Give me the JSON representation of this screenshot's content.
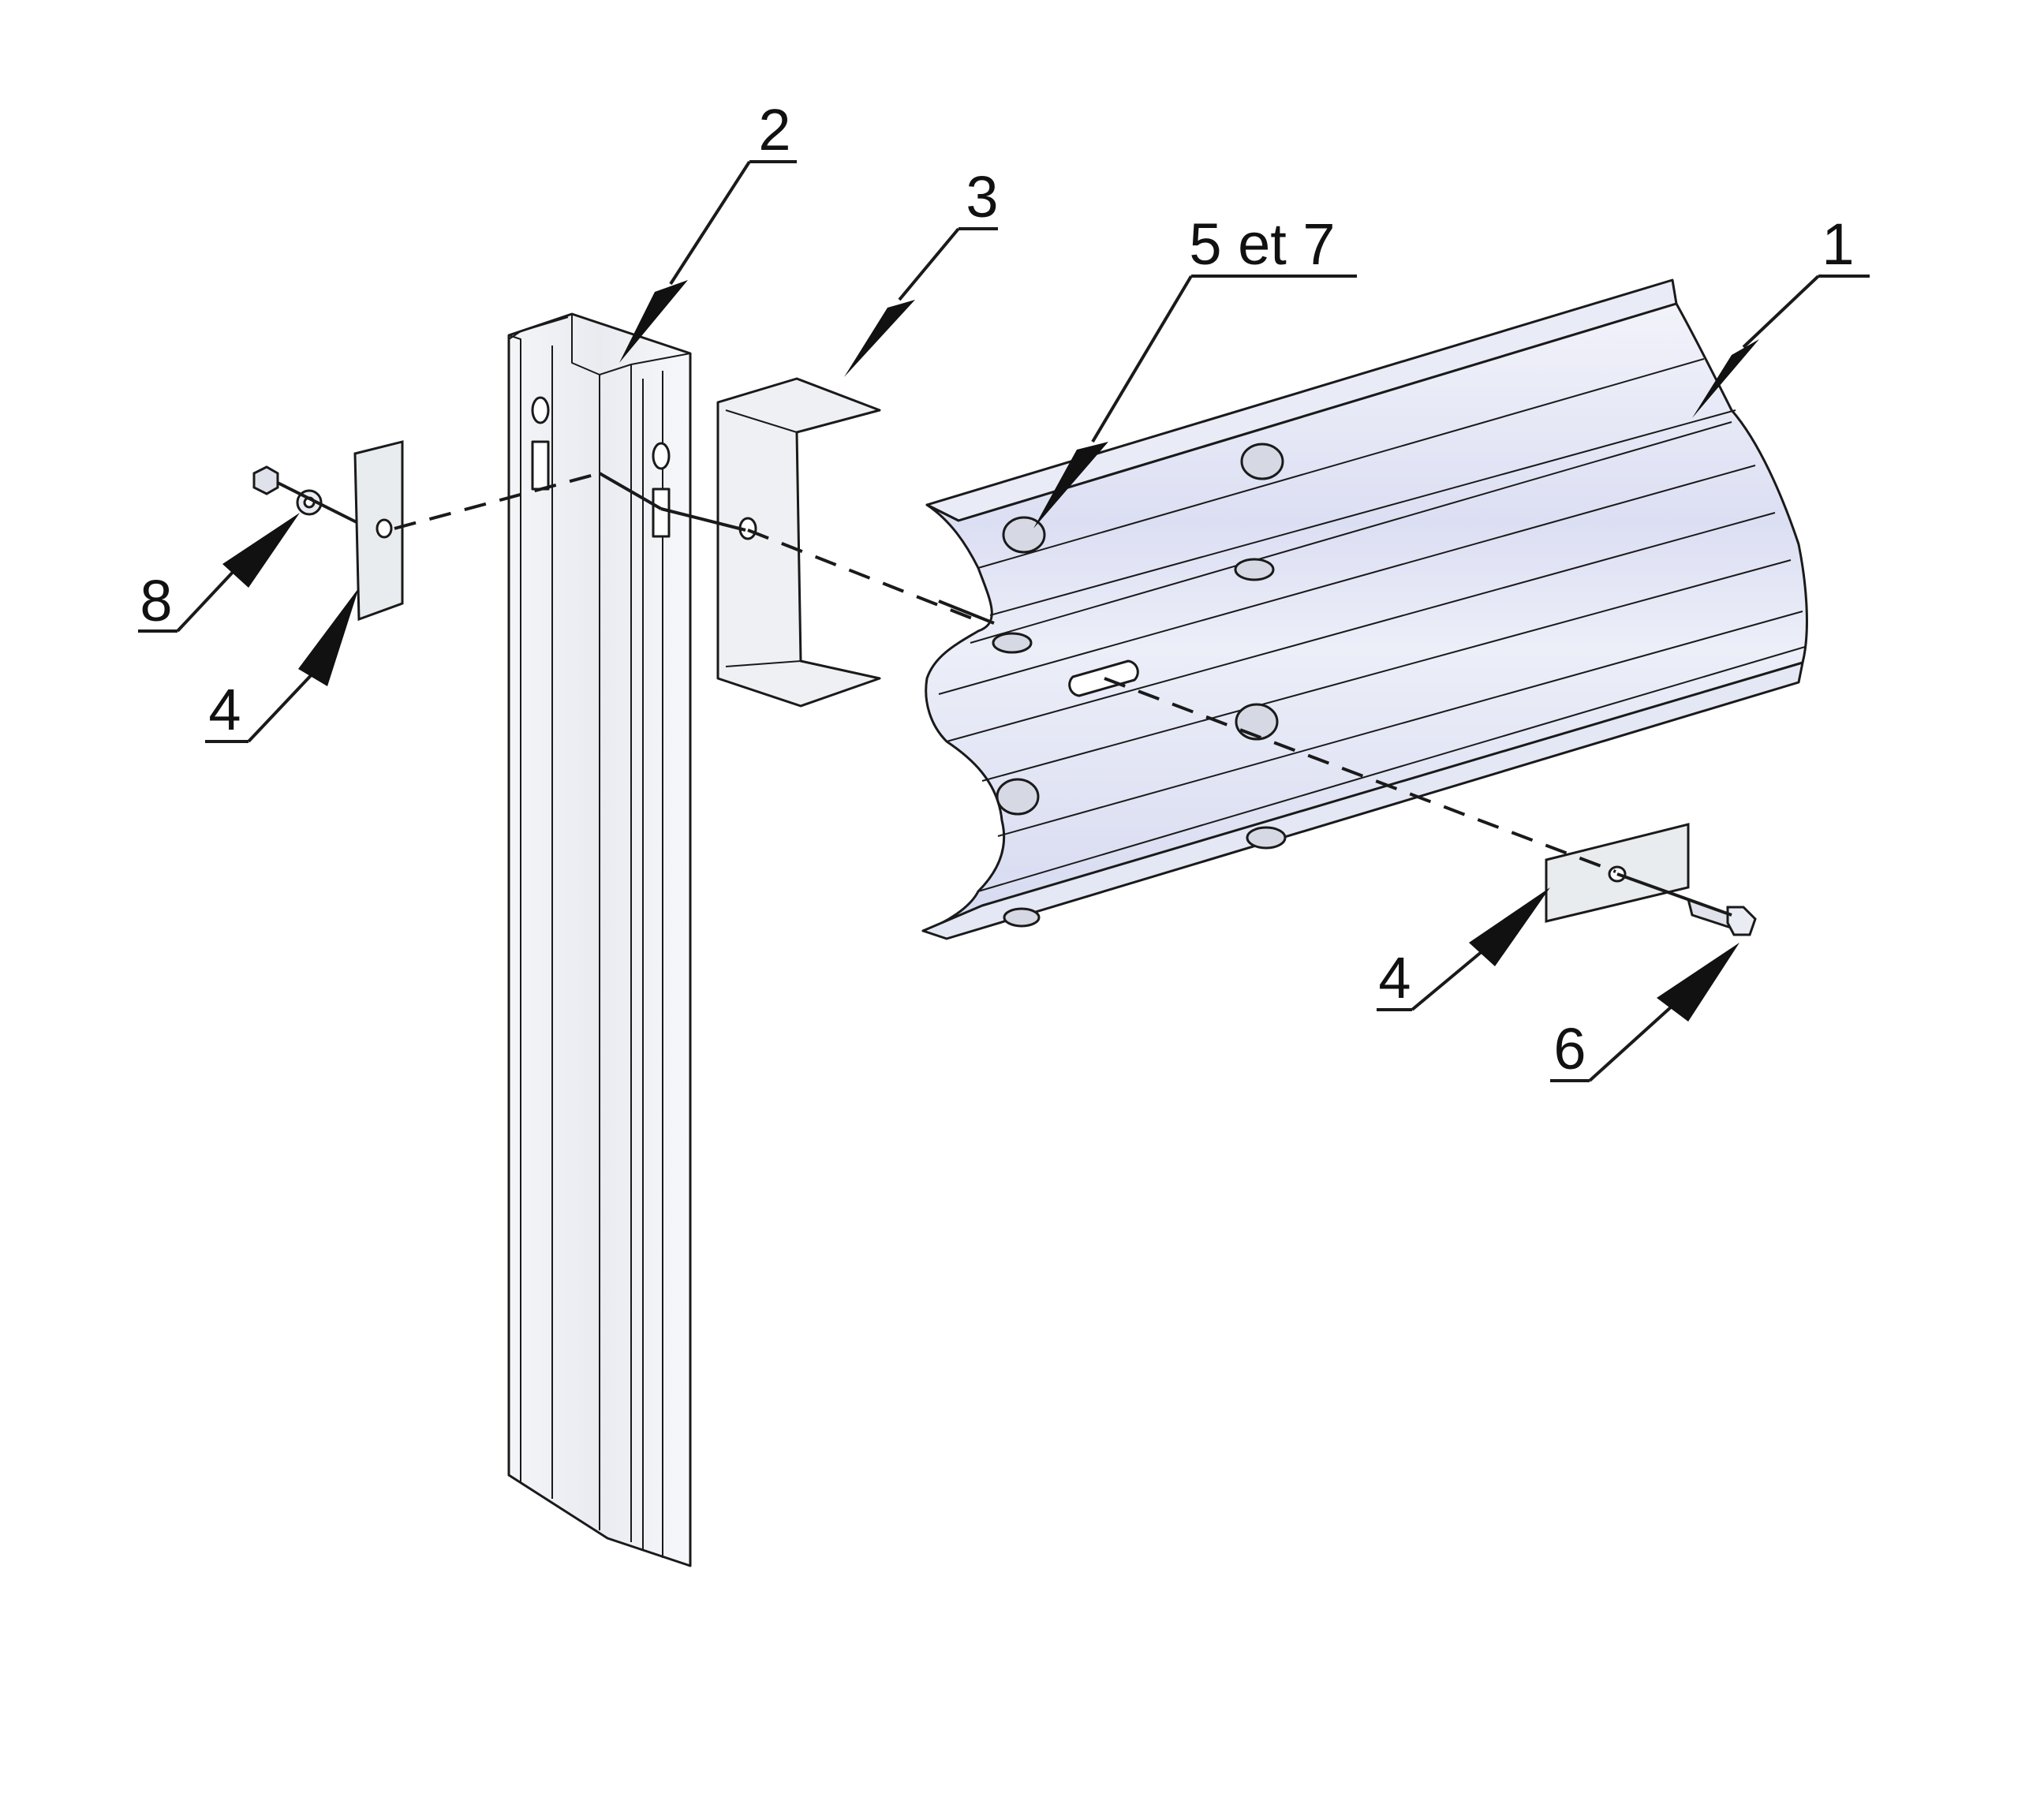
{
  "callouts": {
    "rail": "1",
    "post": "2",
    "spacer": "3",
    "plate_left": "4",
    "plate_right": "4",
    "bolts_rail": "5 et 7",
    "bolt": "6",
    "nut_washer": "8"
  },
  "colors": {
    "line": "#1a1a1a",
    "metal": "#eef0f6",
    "metal_tint": "#d9dcf2",
    "metal_shade": "#c9cde6",
    "plate": "#e8ecee"
  }
}
